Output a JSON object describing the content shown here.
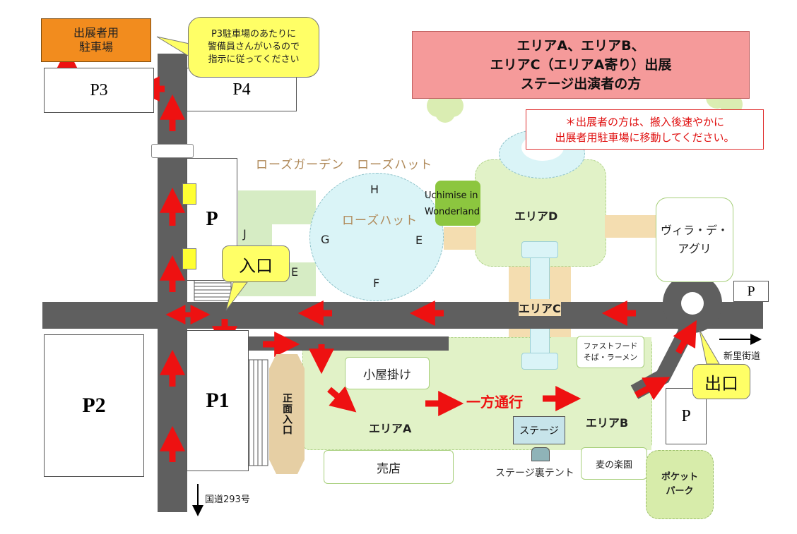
{
  "exhibitor_parking": {
    "label_line1": "出展者用",
    "label_line2": "駐車場"
  },
  "guard_bubble": {
    "line1": "P3駐車場のあたりに",
    "line2": "警備員さんがいるので",
    "line3": "指示に従ってください"
  },
  "header_banner": {
    "line1": "エリアA、エリアB、",
    "line2": "エリアC（エリアA寄り）出展",
    "line3": "ステージ出演者の方"
  },
  "notice": {
    "line1": "＊出展者の方は、搬入後速やかに",
    "line2": "出展者用駐車場に移動してください。"
  },
  "parking": {
    "p3": "P3",
    "p4": "P4",
    "p_small": "P",
    "p2": "P2",
    "p1": "P1",
    "p_right_lot": "P",
    "p_sign": "P"
  },
  "rose_garden": {
    "label": "ローズガーデン　ローズハット",
    "hut_label": "ローズハット",
    "letters": {
      "h": "H",
      "g": "G",
      "e_right": "E",
      "f": "F",
      "j": "J",
      "e_left": "E"
    }
  },
  "uchimise": {
    "line1": "Uchimise in",
    "line2": "Wonderland"
  },
  "areas": {
    "d": "エリアD",
    "c": "エリアC",
    "a": "エリアA",
    "b": "エリアB"
  },
  "villa": {
    "line1": "ヴィラ・デ・",
    "line2": "アグリ"
  },
  "entrance_bubble": "入口",
  "exit_bubble": "出口",
  "main_gate": "正面入口",
  "facilities": {
    "koyagake": "小屋掛け",
    "fastfood_line1": "ファストフード",
    "fastfood_line2": "そば・ラーメン",
    "stage": "ステージ",
    "stage_tent": "ステージ裏テント",
    "baiten": "売店",
    "mugi": "麦の楽園",
    "pocket_line1": "ポケット",
    "pocket_line2": "パーク"
  },
  "one_way": "一方通行",
  "roads": {
    "route293": "国道293号",
    "niisato": "新里街道"
  },
  "colors": {
    "road": "#5f5f5f",
    "arrow": "#ee1111",
    "orange": "#f28c1e",
    "banner": "#f59a9a",
    "bubble": "#ffff66",
    "area_green": "#e1f2c7",
    "pond": "#daf4f7",
    "tan": "#f4ddb0",
    "lime": "#8cc63f"
  }
}
